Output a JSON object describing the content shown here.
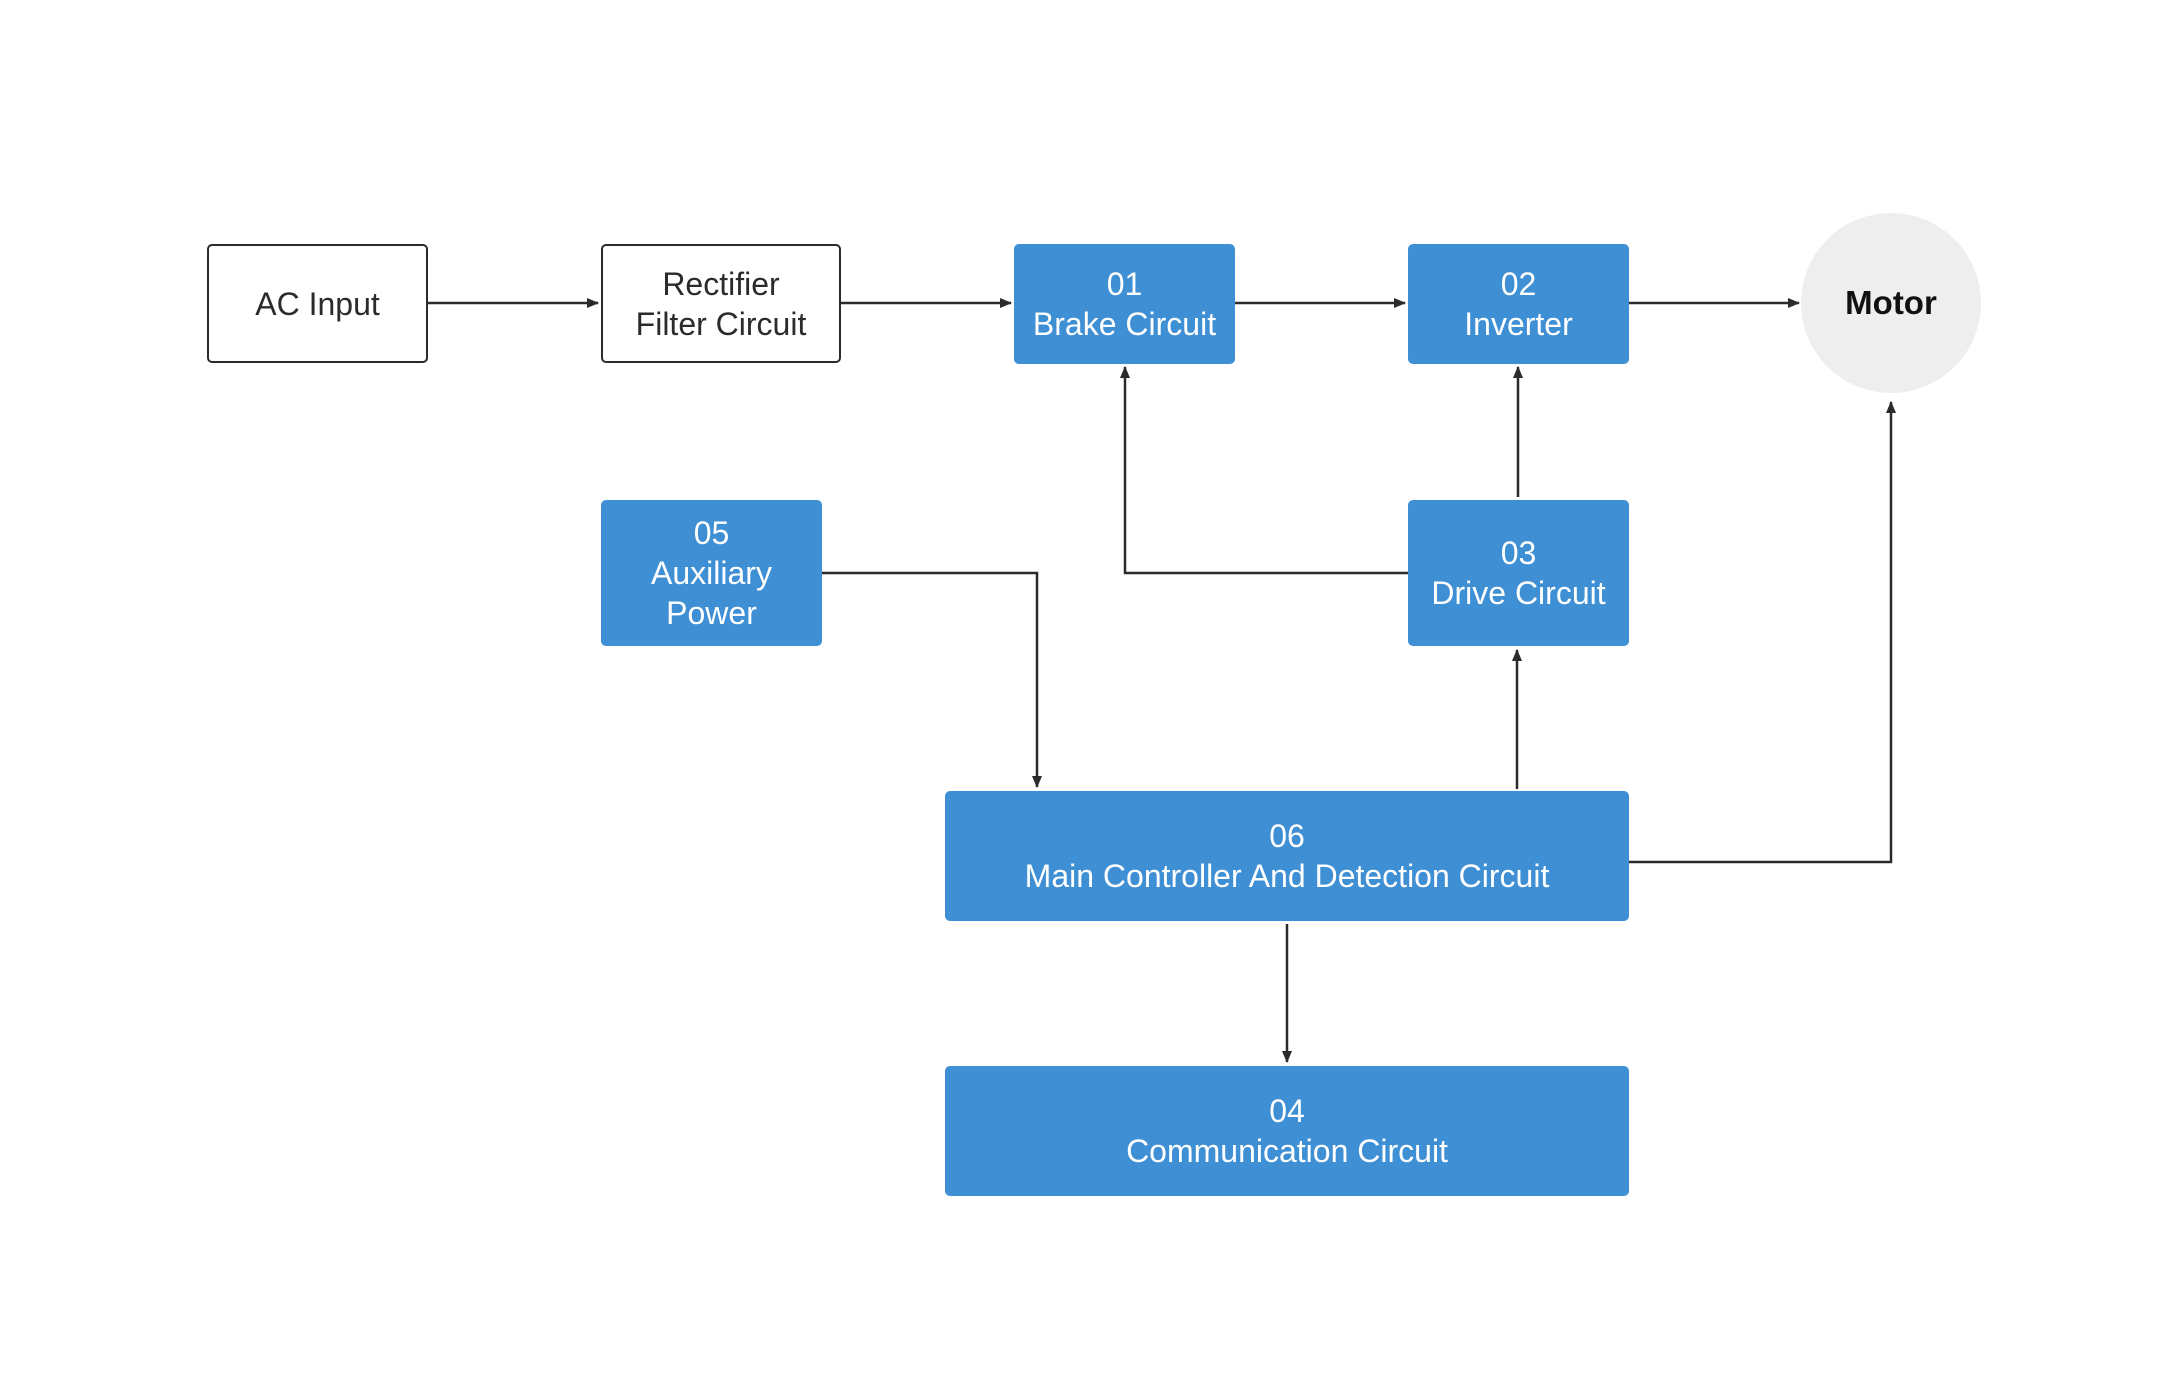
{
  "nodes": {
    "ac_input": {
      "label": "AC Input"
    },
    "rectifier": {
      "line1": "Rectifier",
      "line2": "Filter Circuit"
    },
    "brake": {
      "num": "01",
      "label": "Brake Circuit"
    },
    "inverter": {
      "num": "02",
      "label": "Inverter"
    },
    "motor": {
      "label": "Motor"
    },
    "aux_power": {
      "num": "05",
      "line1": "Auxiliary",
      "line2": "Power"
    },
    "drive": {
      "num": "03",
      "label": "Drive Circuit"
    },
    "main_ctrl": {
      "num": "06",
      "label": "Main Controller And Detection Circuit"
    },
    "comm": {
      "num": "04",
      "label": "Communication Circuit"
    }
  },
  "edges": [
    {
      "from": "AC Input",
      "to": "Rectifier Filter Circuit"
    },
    {
      "from": "Rectifier Filter Circuit",
      "to": "Brake Circuit"
    },
    {
      "from": "Brake Circuit",
      "to": "Inverter"
    },
    {
      "from": "Inverter",
      "to": "Motor"
    },
    {
      "from": "Drive Circuit",
      "to": "Brake Circuit"
    },
    {
      "from": "Drive Circuit",
      "to": "Inverter"
    },
    {
      "from": "Auxiliary Power",
      "to": "Main Controller And Detection Circuit"
    },
    {
      "from": "Main Controller And Detection Circuit",
      "to": "Drive Circuit"
    },
    {
      "from": "Main Controller And Detection Circuit",
      "to": "Motor"
    },
    {
      "from": "Main Controller And Detection Circuit",
      "to": "Communication Circuit"
    }
  ],
  "colors": {
    "block_blue": "#3f8fd5",
    "motor_fill": "#eeeeee",
    "line": "#2b2b2b",
    "background": "#ffffff"
  }
}
